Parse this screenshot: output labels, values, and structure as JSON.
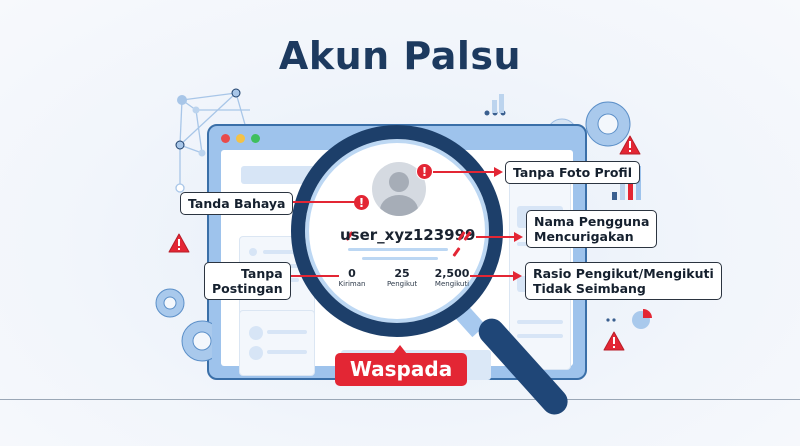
{
  "title": "Akun Palsu",
  "profile": {
    "username": "user_xyz123999",
    "stats": [
      {
        "value": "0",
        "label": "Kiriman"
      },
      {
        "value": "25",
        "label": "Pengikut"
      },
      {
        "value": "2,500",
        "label": "Mengikuti"
      }
    ]
  },
  "callouts": {
    "left": [
      {
        "text": "Tanda Bahaya"
      },
      {
        "line1": "Tanpa",
        "line2": "Postingan"
      }
    ],
    "right": [
      {
        "text": "Tanpa Foto Profil"
      },
      {
        "line1": "Nama Pengguna",
        "line2": "Mencurigakan"
      },
      {
        "line1": "Rasio Pengikut/Mengikuti",
        "line2": "Tidak Seimbang"
      }
    ]
  },
  "badge": "Waspada",
  "icons": {
    "alert": "!",
    "decor": [
      "network-icon",
      "gear-icon",
      "bar-chart-icon",
      "pie-chart-icon",
      "warning-triangle-icon",
      "magnifying-glass-icon",
      "avatar-placeholder-icon"
    ]
  },
  "colors": {
    "title": "#1d3a5f",
    "alert_red": "#e32634",
    "lens_navy": "#1d3f6a",
    "browser_blue": "#9ec3ec"
  }
}
